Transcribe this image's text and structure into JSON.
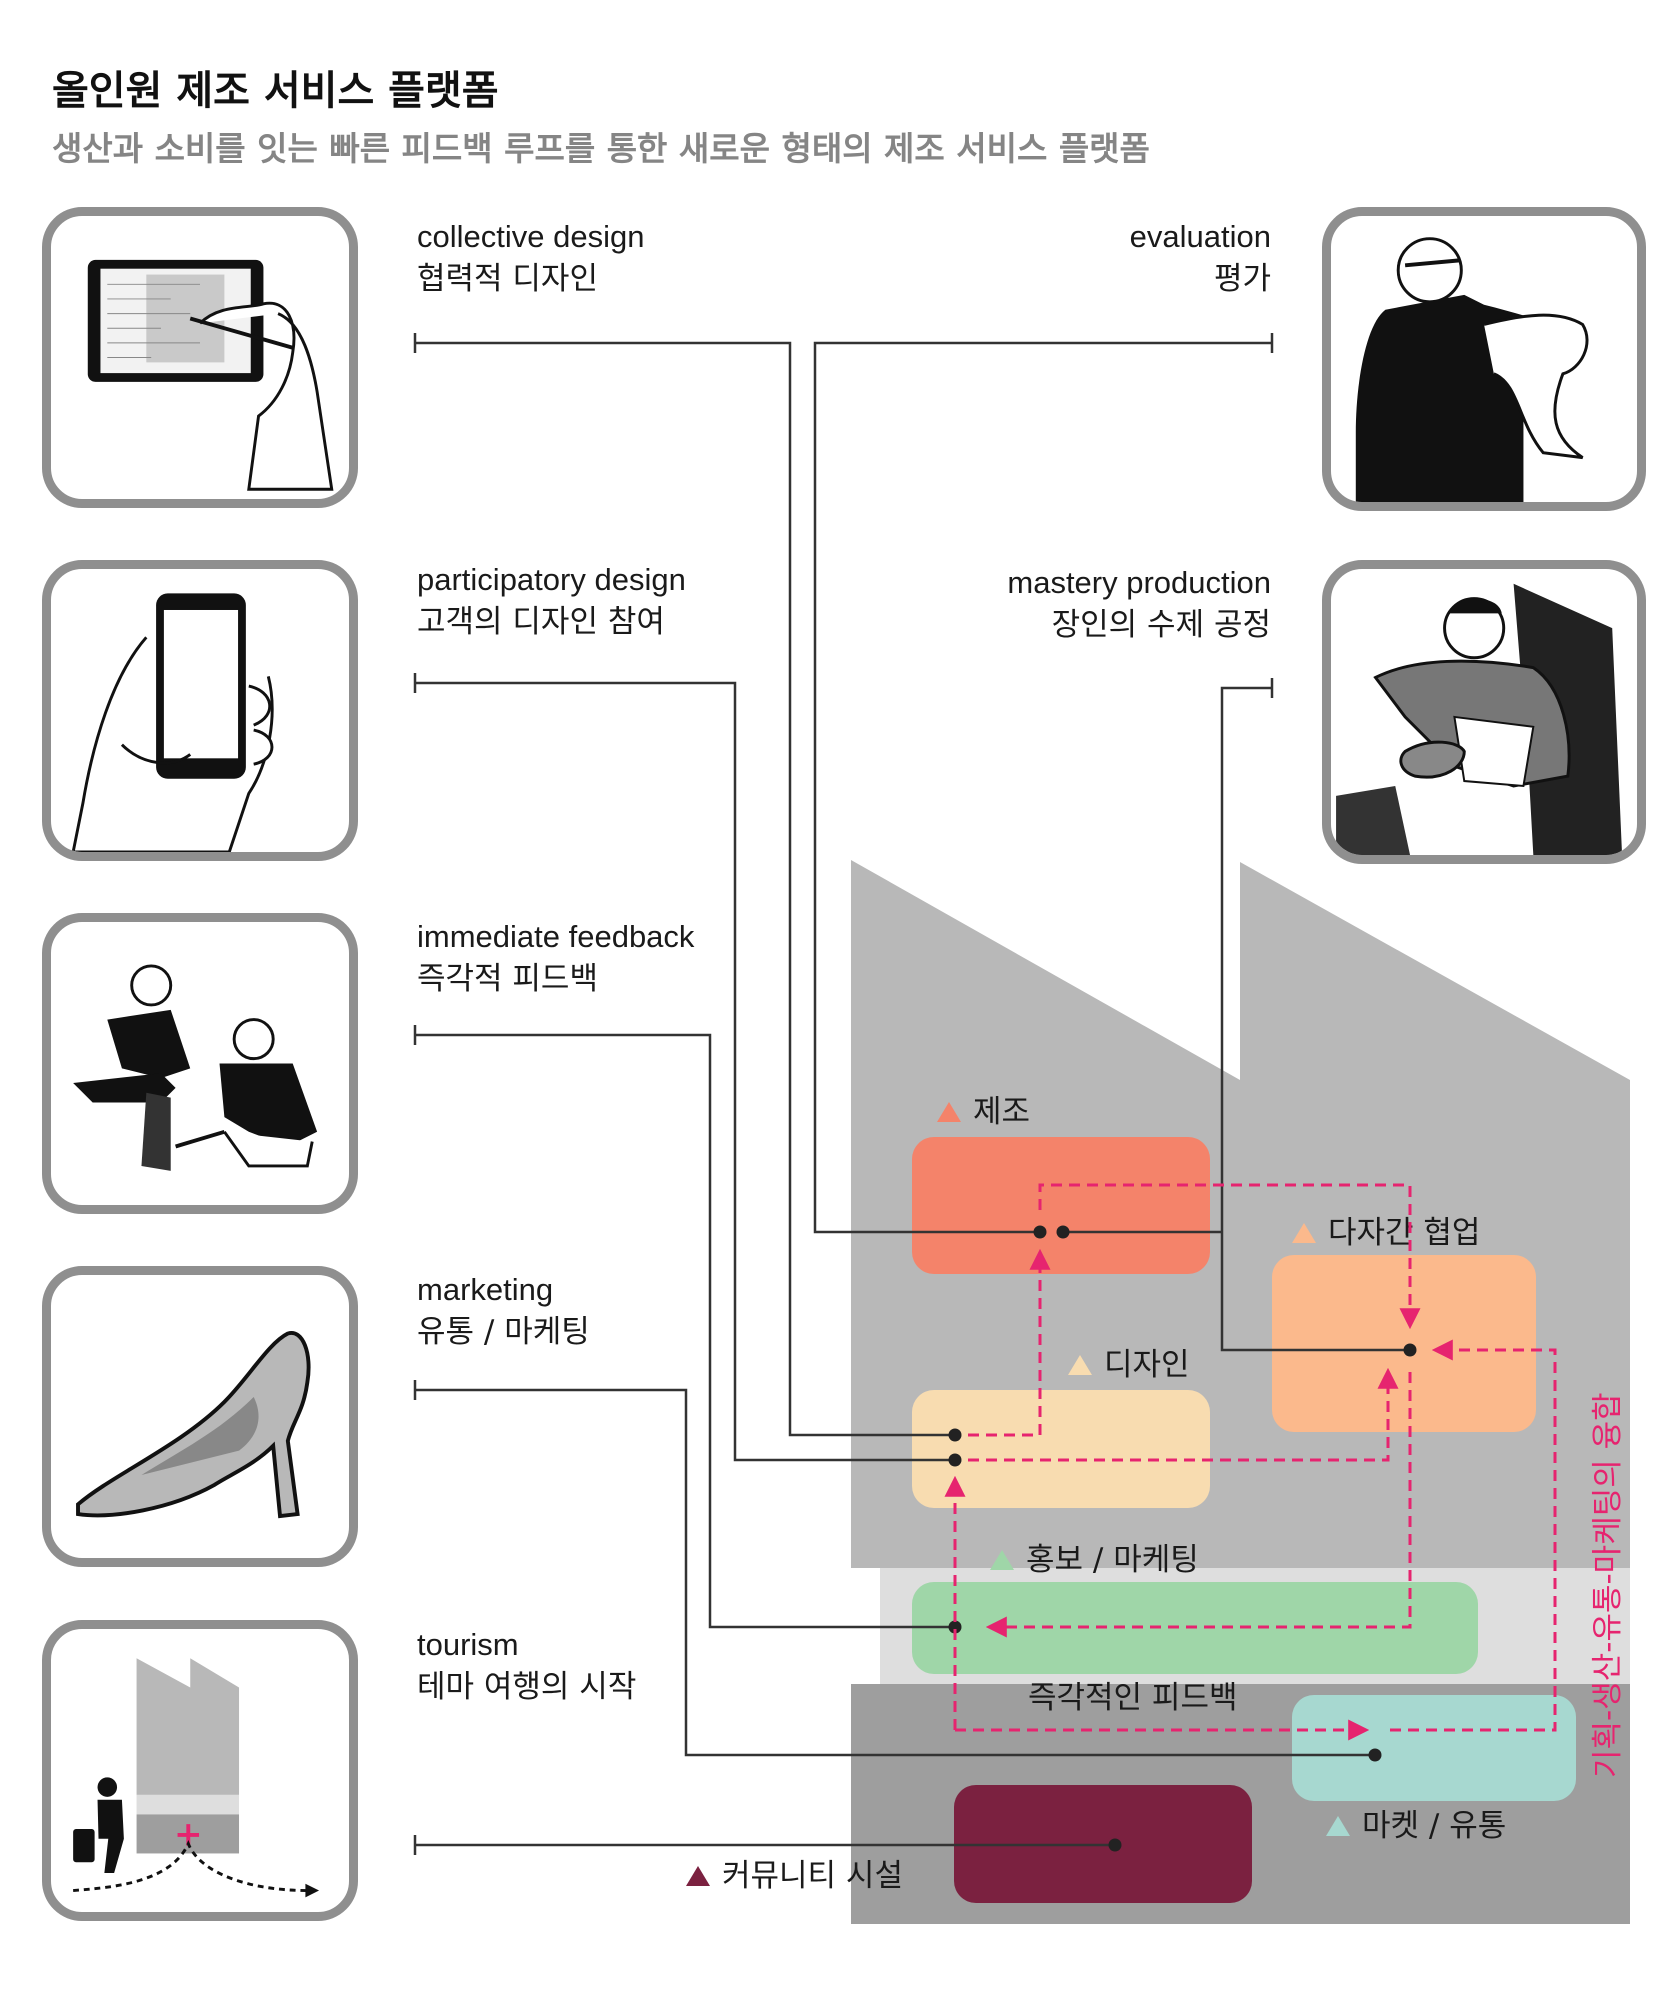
{
  "header": {
    "title": "올인원 제조 서비스 플랫폼",
    "subtitle": "생산과 소비를 잇는 빠른 피드백 루프를 통한 새로운 형태의 제조 서비스 플랫폼"
  },
  "panels_left": [
    {
      "en": "collective design",
      "ko": "협력적 디자인",
      "icon": "tablet-drawing-icon"
    },
    {
      "en": "participatory design",
      "ko": "고객의 디자인 참여",
      "icon": "smartphone-hand-icon"
    },
    {
      "en": "immediate feedback",
      "ko": "즉각적 피드백",
      "icon": "shoe-fitting-icon"
    },
    {
      "en": "marketing",
      "ko": "유통 / 마케팅",
      "icon": "high-heel-shoe-icon"
    },
    {
      "en": "tourism",
      "ko": "테마 여행의 시작",
      "icon": "traveler-icon"
    }
  ],
  "panels_right": [
    {
      "en": "evaluation",
      "ko": "평가",
      "icon": "inspector-icon"
    },
    {
      "en": "mastery production",
      "ko": "장인의 수제 공정",
      "icon": "craftsman-icon"
    }
  ],
  "nodes": {
    "manufacturing": "제조",
    "collaboration": "다자간 협업",
    "design": "디자인",
    "promotion": "홍보 / 마케팅",
    "feedback": "즉각적인 피드백",
    "market": "마켓 / 유통",
    "community": "커뮤니티 시설"
  },
  "vertical_label": "기획-생산-유통-마케팅의 융합",
  "colors": {
    "manufacturing": "#f4836a",
    "collaboration": "#fbb98c",
    "design": "#f8dcb0",
    "promotion": "#9fd6a8",
    "market": "#a7d8d0",
    "community": "#7b2140",
    "feedback_loop": "#e6246f",
    "factory_top": "#b8b8b8",
    "factory_band": "#dedede",
    "factory_base": "#9e9e9e",
    "frame": "#8f8f8f"
  }
}
